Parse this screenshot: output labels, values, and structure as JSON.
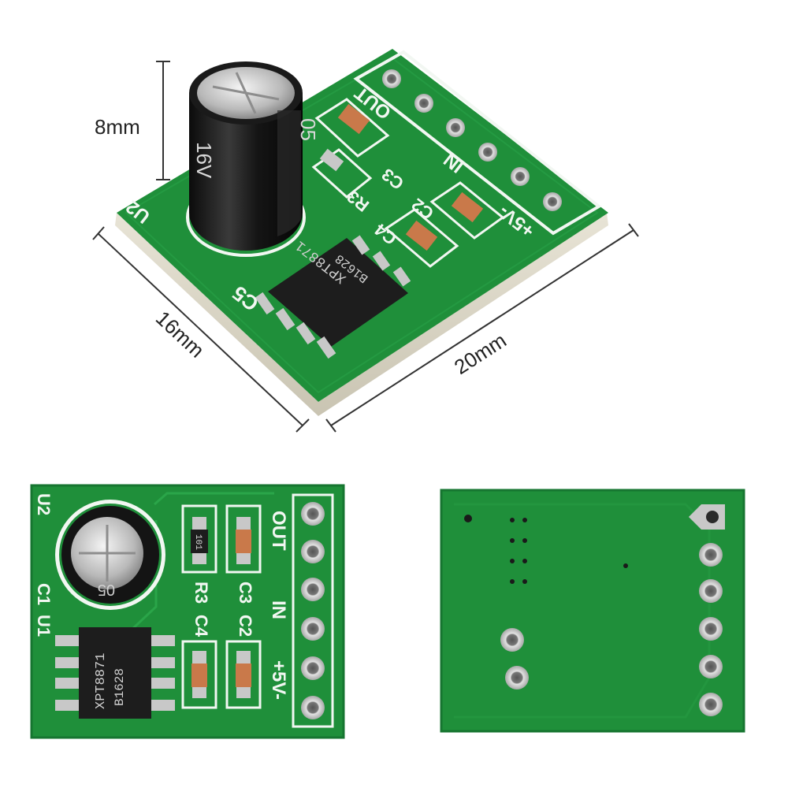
{
  "dimensions": {
    "height": "8mm",
    "width": "16mm",
    "length": "20mm"
  },
  "board": {
    "module_label": "U2",
    "capacitor_main": "C1",
    "capacitor_top": "C5",
    "chip_label": "U1",
    "chip_model": "XPT8871",
    "chip_code": "B1628",
    "resistor_code": "101",
    "cap_text": "05",
    "cap_voltage": "16V",
    "components": [
      "C4",
      "C3",
      "R3",
      "C2"
    ],
    "pin_labels": {
      "out": "OUT",
      "in": "IN",
      "power": "+5V-"
    },
    "pin_count": 6
  },
  "colors": {
    "pcb_green": "#1f8f3a",
    "pcb_dark": "#167530",
    "silkscreen": "#f2f7f2",
    "component_tan": "#c9794a",
    "chip_black": "#1d1d1d",
    "pad_silver": "#c8c8c8"
  }
}
